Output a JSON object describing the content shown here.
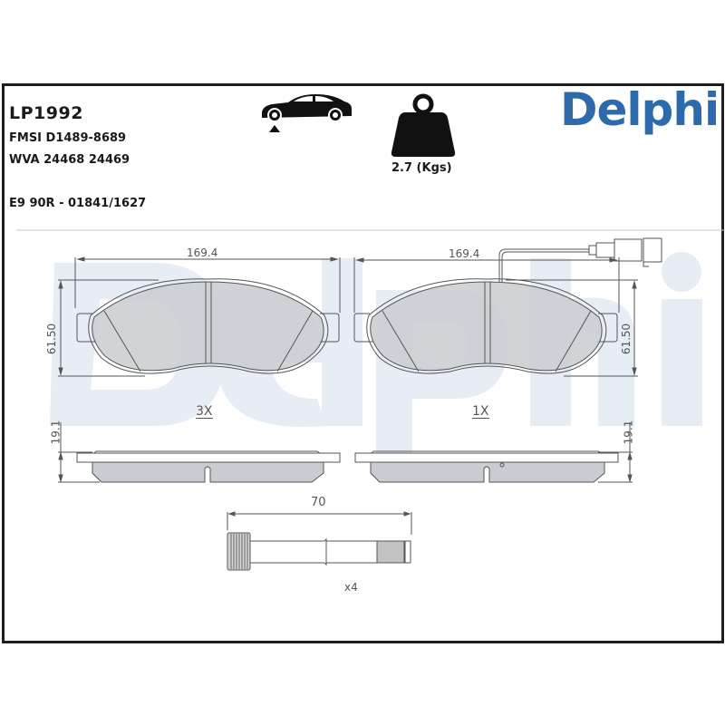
{
  "header": {
    "part_number": "LP1992",
    "fmsi": "FMSI D1489-8689",
    "wva": "WVA 24468 24469",
    "ece": "E9 90R - 01841/1627",
    "weight": "2.7 (Kgs)",
    "brand": "Delphi",
    "icons": [
      "car-front-axle-icon",
      "weight-icon"
    ]
  },
  "colors": {
    "brand_blue": "#2d6aab",
    "watermark": "#e6edf5",
    "pad_fill": "#c9ccd0",
    "line": "#555555",
    "frame": "#1e1e1e"
  },
  "pads": {
    "left": {
      "width_dim": "169.4",
      "height_dim": "61.50",
      "quantity": "3X",
      "thickness_dim": "19.1"
    },
    "right": {
      "width_dim": "169.4",
      "height_dim": "61.50",
      "quantity": "1X",
      "thickness_dim": "19.1",
      "has_wear_sensor": true
    }
  },
  "pin": {
    "length_dim": "70",
    "quantity": "x4"
  }
}
